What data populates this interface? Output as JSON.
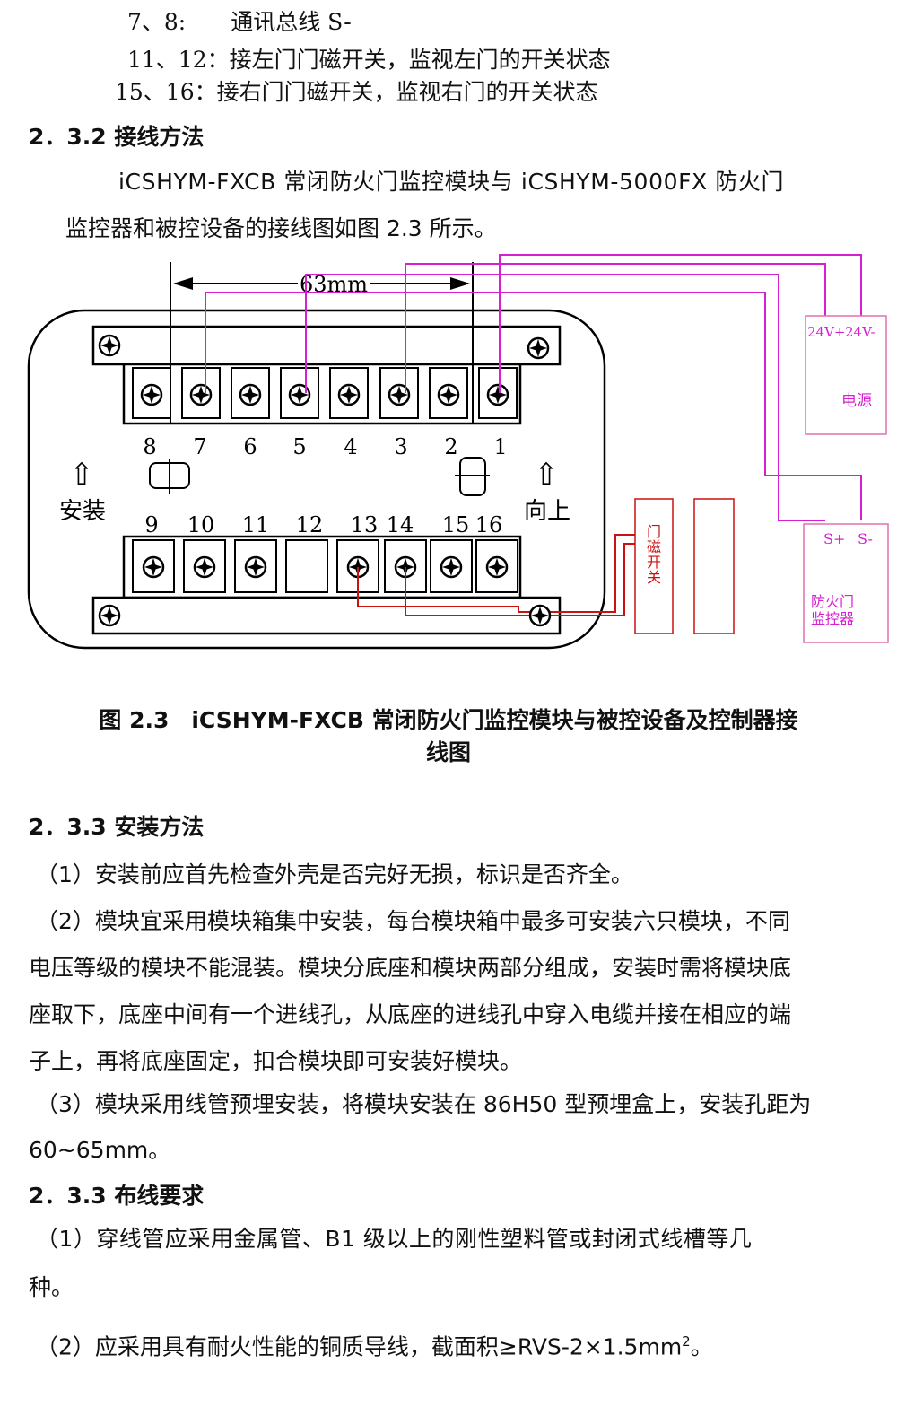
{
  "pins": {
    "line1": "7、8:　　通讯总线 S-",
    "line2": "11、12：接左门门磁开关，监视左门的开关状态",
    "line3": "15、16：接右门门磁开关，监视右门的开关状态"
  },
  "s232": {
    "heading": "2．3.2  接线方法",
    "para_line1": "iCSHYM-FXCB 常闭防火门监控模块与 iCSHYM-5000FX 防火门",
    "para_line2": "监控器和被控设备的接线图如图 2.3 所示。"
  },
  "diagram": {
    "dimension_label": "63mm",
    "top_numbers": [
      "8",
      "7",
      "6",
      "5",
      "4",
      "3",
      "2",
      "1"
    ],
    "bottom_numbers": [
      "9",
      "10",
      "11",
      "12",
      "13",
      "14",
      "15",
      "16"
    ],
    "install_arrow": "⇧",
    "install_label": "安装",
    "up_arrow": "⇧",
    "up_label": "向上",
    "power_box": {
      "label_plus": "24V+",
      "label_minus": "24V-",
      "name": "电源"
    },
    "controller_box": {
      "label_plus": "S+",
      "label_minus": "S-",
      "name_line1": "防火门",
      "name_line2": "监控器"
    },
    "door_switch": {
      "l1": "门",
      "l2": "磁",
      "l3": "开",
      "l4": "关"
    },
    "colors": {
      "magenta": "#d61fd0",
      "red": "#cc1111",
      "pink_box": "#e070b0"
    }
  },
  "figure_caption": {
    "line1": "图 2.3　iCSHYM-FXCB 常闭防火门监控模块与被控设备及控制器接",
    "line2": "线图"
  },
  "s233": {
    "heading": "2．3.3  安装方法",
    "p1": "（1）安装前应首先检查外壳是否完好无损，标识是否齐全。",
    "p2_line1": "（2）模块宜采用模块箱集中安装，每台模块箱中最多可安装六只模块，不同",
    "p2_line2": "电压等级的模块不能混装。模块分底座和模块两部分组成，安装时需将模块底",
    "p2_line3": "座取下，底座中间有一个进线孔，从底座的进线孔中穿入电缆并接在相应的端",
    "p2_line4": "子上，再将底座固定，扣合模块即可安装好模块。",
    "p3_line1": "（3）模块采用线管预埋安装，将模块安装在 86H50 型预埋盒上，安装孔距为",
    "p3_line2": "60~65mm。"
  },
  "s234": {
    "heading": "2．3.3  布线要求",
    "p1_line1": "（1）穿线管应采用金属管、B1 级以上的刚性塑料管或封闭式线槽等几",
    "p1_line2": "种。",
    "p2_main": "（2）应采用具有耐火性能的铜质导线，截面积≥RVS-2×1.5mm",
    "p2_sup": "2",
    "p2_end": "。"
  }
}
